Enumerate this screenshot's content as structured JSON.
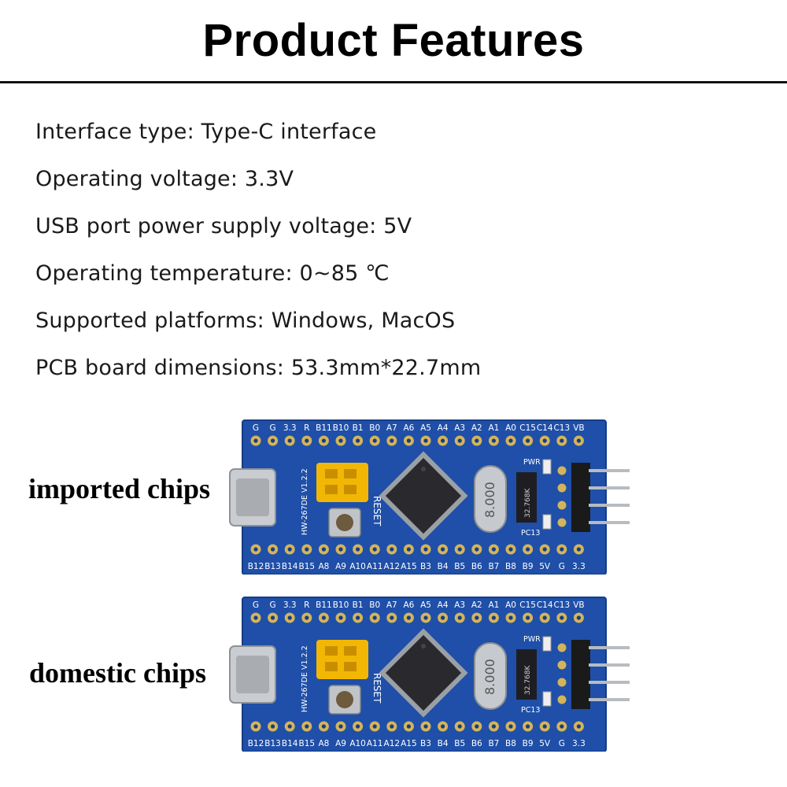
{
  "header": {
    "title": "Product Features"
  },
  "features": [
    "Interface type: Type-C interface",
    "Operating voltage: 3.3V",
    "USB port power supply voltage: 5V",
    "Operating temperature: 0~85 ℃",
    "Supported platforms: Windows, MacOS",
    "PCB board dimensions: 53.3mm*22.7mm"
  ],
  "boards": [
    {
      "label": "imported chips",
      "top_pins": [
        "G",
        "G",
        "3.3",
        "R",
        "B11",
        "B10",
        "B1",
        "B0",
        "A7",
        "A6",
        "A5",
        "A4",
        "A3",
        "A2",
        "A1",
        "A0",
        "C15",
        "C14",
        "C13",
        "VB"
      ],
      "bottom_pins": [
        "B12",
        "B13",
        "B14",
        "B15",
        "A8",
        "A9",
        "A10",
        "A11",
        "A12",
        "A15",
        "B3",
        "B4",
        "B5",
        "B6",
        "B7",
        "B8",
        "B9",
        "5V",
        "G",
        "3.3"
      ],
      "model": "HW-267DE V1.2.2",
      "reset": "RESET",
      "crystal": "8.000",
      "rtc_crystal": "32.768K",
      "pwr": "PWR",
      "pc13": "PC13"
    },
    {
      "label": "domestic chips",
      "top_pins": [
        "G",
        "G",
        "3.3",
        "R",
        "B11",
        "B10",
        "B1",
        "B0",
        "A7",
        "A6",
        "A5",
        "A4",
        "A3",
        "A2",
        "A1",
        "A0",
        "C15",
        "C14",
        "C13",
        "VB"
      ],
      "bottom_pins": [
        "B12",
        "B13",
        "B14",
        "B15",
        "A8",
        "A9",
        "A10",
        "A11",
        "A12",
        "A15",
        "B3",
        "B4",
        "B5",
        "B6",
        "B7",
        "B8",
        "B9",
        "5V",
        "G",
        "3.3"
      ],
      "model": "HW-267DE V1.2.2",
      "reset": "RESET",
      "crystal": "8.000",
      "rtc_crystal": "32.768K",
      "pwr": "PWR",
      "pc13": "PC13"
    }
  ],
  "colors": {
    "pcb": "#1f4fa8",
    "pcb_dark": "#163d86",
    "silk": "#ffffff",
    "pad": "#d4b45a",
    "jumper": "#f2b705",
    "chip": "#2a2a2e"
  }
}
